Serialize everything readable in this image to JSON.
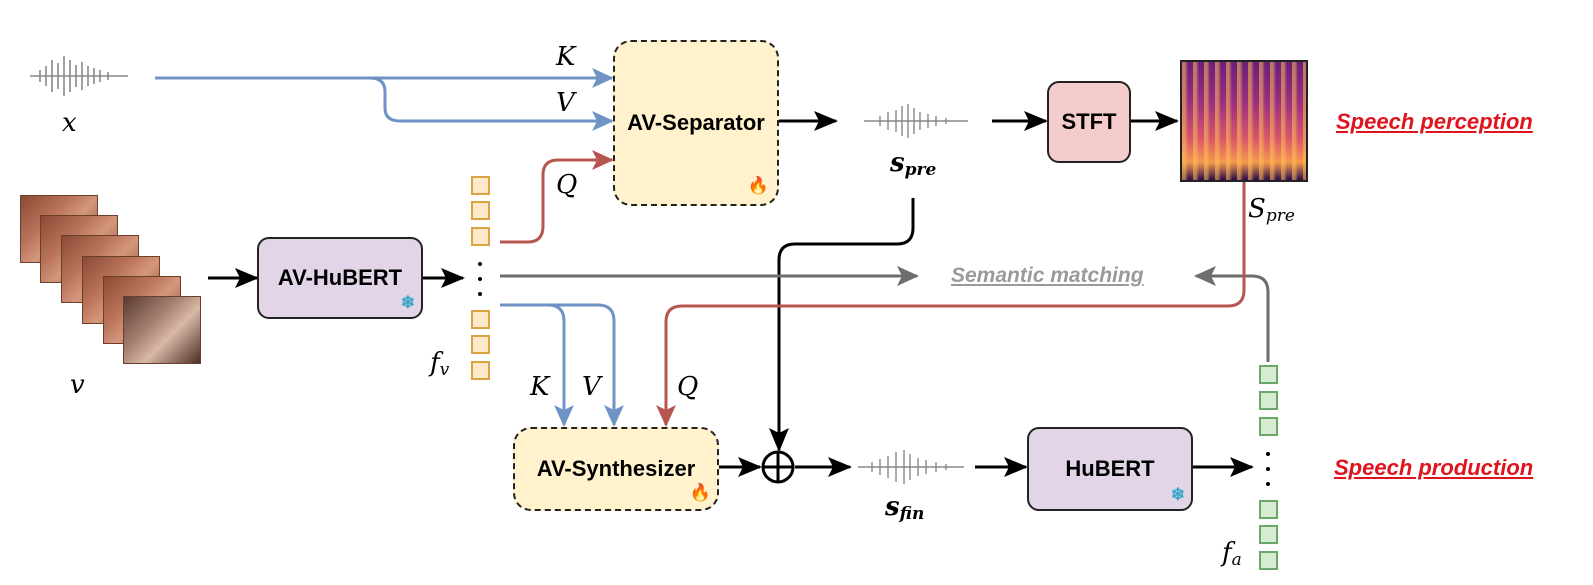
{
  "boxes": {
    "av_separator": "AV-Separator",
    "stft": "STFT",
    "av_hubert": "AV-HuBERT",
    "av_synthesizer": "AV-Synthesizer",
    "hubert": "HuBERT"
  },
  "symbols": {
    "x": "x",
    "v": "v",
    "K": "K",
    "V": "V",
    "Q": "Q",
    "s": "s",
    "S": "S",
    "f": "f",
    "pre": "pre",
    "fin": "fin",
    "sub_v": "v",
    "sub_a": "a"
  },
  "labels": {
    "semantic_matching": "Semantic matching",
    "speech_perception": "Speech perception",
    "speech_production": "Speech production"
  },
  "badges": {
    "trainable": "🔥",
    "frozen": "❄"
  },
  "colors": {
    "blue": "#6f93c4",
    "red": "#b5574f",
    "gray": "#6e6e6e",
    "black": "#000000",
    "separator_fill": "#fff2cc",
    "stft_fill": "#f5cccc",
    "hubert_fill": "#e1d5e7"
  }
}
